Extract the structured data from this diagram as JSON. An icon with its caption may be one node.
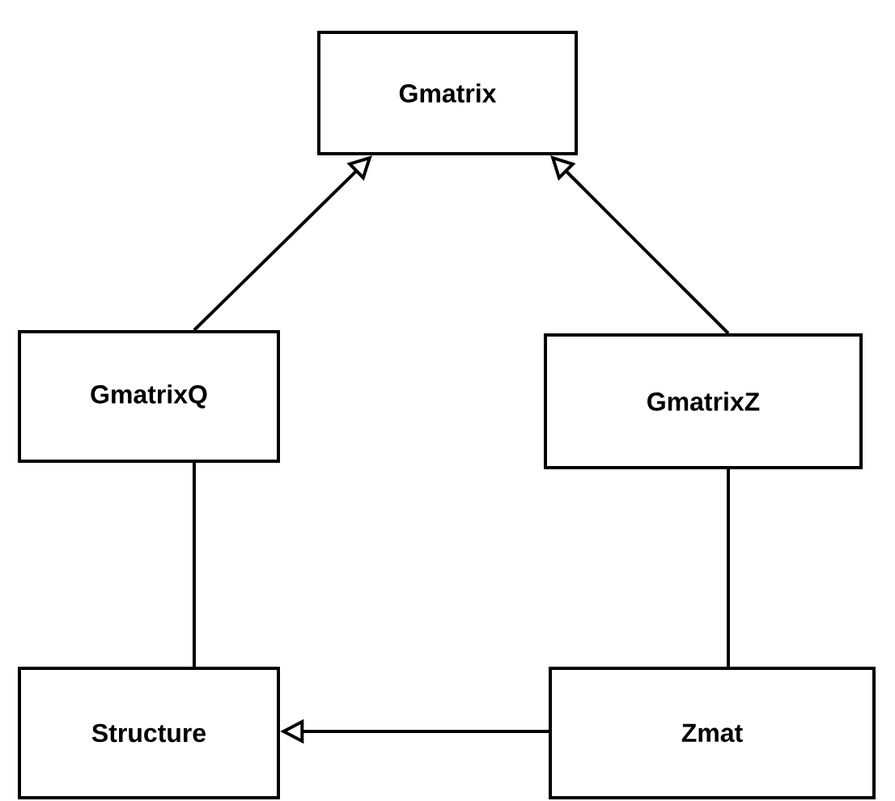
{
  "diagram": {
    "nodes": [
      {
        "text": [
          "Gmatrix"
        ]
      },
      {
        "text": [
          "GmatrixQ"
        ]
      },
      {
        "text": [
          "GmatrixZ"
        ]
      },
      {
        "text": [
          "Structure"
        ]
      },
      {
        "text": [
          "Zmat"
        ]
      }
    ],
    "edges": [
      {
        "from": 1,
        "to": 0,
        "arrow": "to"
      },
      {
        "from": 2,
        "to": 0,
        "arrow": "to"
      },
      {
        "from": 1,
        "to": 3,
        "arrow": "none"
      },
      {
        "from": 2,
        "to": 4,
        "arrow": "none"
      },
      {
        "from": 4,
        "to": 3,
        "arrow": "to"
      }
    ]
  }
}
